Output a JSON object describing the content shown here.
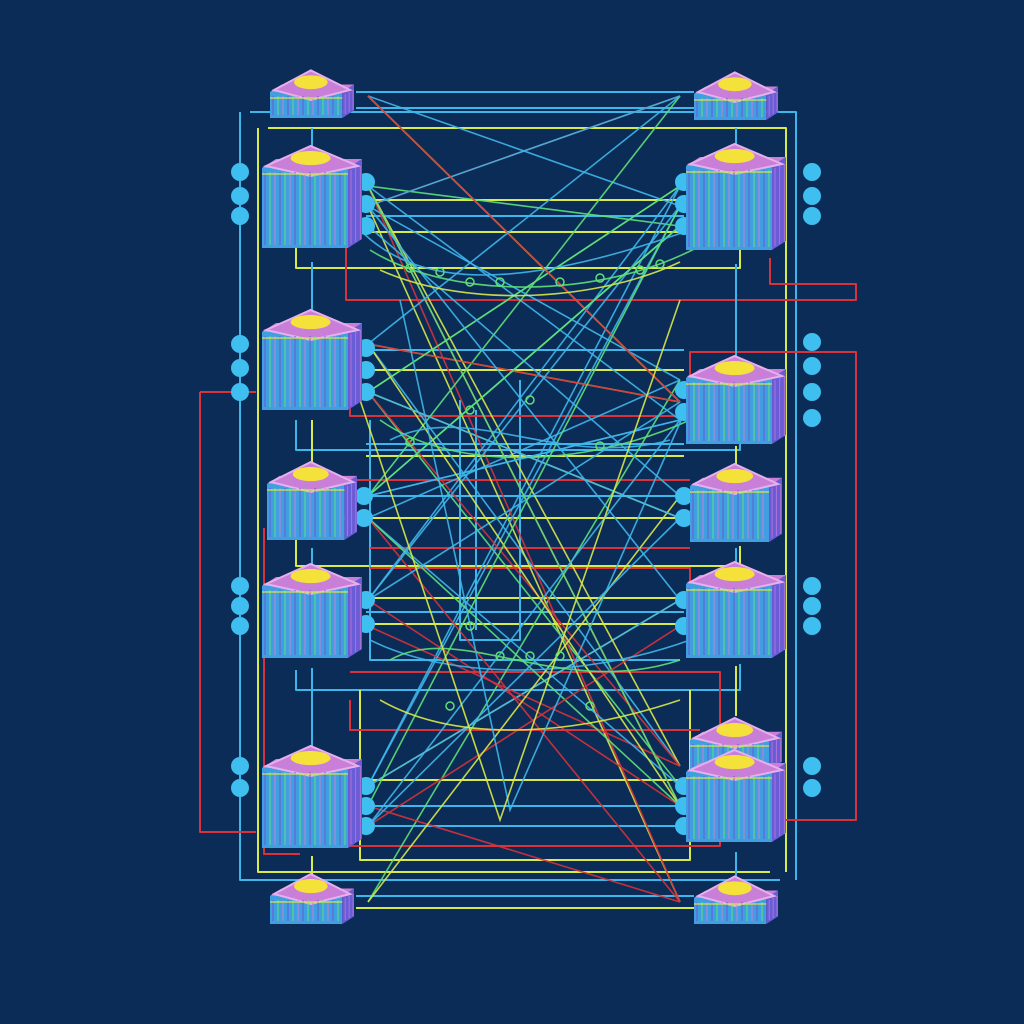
{
  "diagram": {
    "kind": "network-topology-illustration",
    "text": [],
    "colors": {
      "background": "#0b2c57",
      "link_cyan": "#3fb6ea",
      "link_yellow": "#d8e94a",
      "link_green": "#5fe07a",
      "link_red": "#d8323a",
      "node_top": "#c97fd8",
      "node_top_edge": "#e6b0ec",
      "node_front": "#3f9fe0",
      "node_side": "#6a5bd6",
      "node_top_disc": "#f4e23a",
      "port": "#3fbef0"
    },
    "node_icon": "server-chip-icon",
    "port_icon": "port-dot-icon",
    "nodes": [
      {
        "id": "left-top-cap",
        "column": "left",
        "size": "small"
      },
      {
        "id": "left-1",
        "column": "left",
        "size": "large"
      },
      {
        "id": "left-2",
        "column": "left",
        "size": "large"
      },
      {
        "id": "left-3",
        "column": "left",
        "size": "medium"
      },
      {
        "id": "left-4",
        "column": "left",
        "size": "large"
      },
      {
        "id": "left-5",
        "column": "left",
        "size": "large"
      },
      {
        "id": "left-bottom-cap",
        "column": "left",
        "size": "small"
      },
      {
        "id": "right-top-cap",
        "column": "right",
        "size": "small"
      },
      {
        "id": "right-1",
        "column": "right",
        "size": "large"
      },
      {
        "id": "right-2",
        "column": "right",
        "size": "large"
      },
      {
        "id": "right-3",
        "column": "right",
        "size": "medium"
      },
      {
        "id": "right-4",
        "column": "right",
        "size": "large"
      },
      {
        "id": "right-5a",
        "column": "right",
        "size": "medium"
      },
      {
        "id": "right-5b",
        "column": "right",
        "size": "large"
      },
      {
        "id": "right-bottom-cap",
        "column": "right",
        "size": "small"
      }
    ]
  }
}
